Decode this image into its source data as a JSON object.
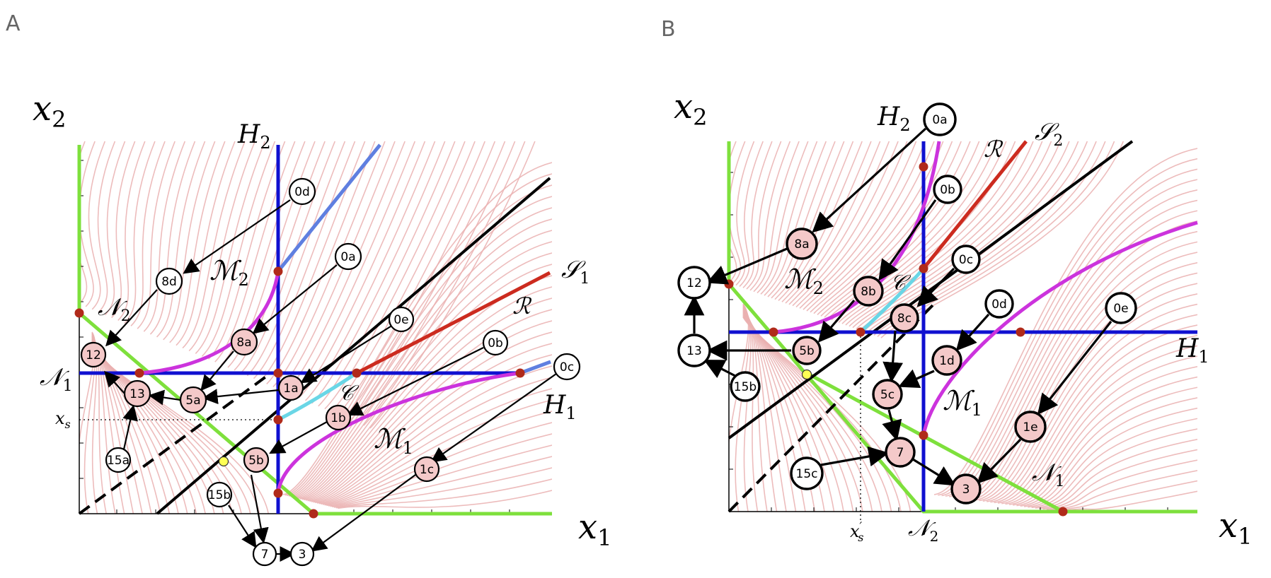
{
  "colors": {
    "flow": "#eab0b0",
    "nullcline_green": "#7ee03c",
    "h_lines": "#1010d0",
    "m_curves": "#cc33dd",
    "r_curve": "#cc2b1f",
    "c_segment": "#6ad6e6",
    "s_line": "#000000",
    "upper_blue": "#5f7fe0",
    "node_fill_red": "#f4c9c9",
    "fixed_point": "#b02a1a",
    "saddle": "#ffff55"
  },
  "panel_a": {
    "letter": "A",
    "x_axis": "x",
    "x_axis_sub": "1",
    "y_axis": "x",
    "y_axis_sub": "2",
    "labels": {
      "h2": "H",
      "h2_sub": "2",
      "h1": "H",
      "h1_sub": "1",
      "s1": "𝒮",
      "s1_sub": "1",
      "r": "ℛ",
      "c": "𝒞",
      "m1": "ℳ",
      "m1_sub": "1",
      "m2": "ℳ",
      "m2_sub": "2",
      "n1": "𝒩",
      "n1_sub": "1",
      "n2": "𝒩",
      "n2_sub": "2",
      "xs": "x",
      "xs_sub": "s"
    },
    "nodes": [
      {
        "id": "0d",
        "label": "0d",
        "style": "open"
      },
      {
        "id": "0a",
        "label": "0a",
        "style": "open"
      },
      {
        "id": "0e",
        "label": "0e",
        "style": "open"
      },
      {
        "id": "0b",
        "label": "0b",
        "style": "open"
      },
      {
        "id": "0c",
        "label": "0c",
        "style": "open"
      },
      {
        "id": "8d",
        "label": "8d",
        "style": "open"
      },
      {
        "id": "8a",
        "label": "8a",
        "style": "fill"
      },
      {
        "id": "1a",
        "label": "1a",
        "style": "fill"
      },
      {
        "id": "1b",
        "label": "1b",
        "style": "fill"
      },
      {
        "id": "1c",
        "label": "1c",
        "style": "fill"
      },
      {
        "id": "12",
        "label": "12",
        "style": "fill"
      },
      {
        "id": "13",
        "label": "13",
        "style": "fill"
      },
      {
        "id": "5a",
        "label": "5a",
        "style": "fill"
      },
      {
        "id": "5b",
        "label": "5b",
        "style": "fill"
      },
      {
        "id": "15a",
        "label": "15a",
        "style": "open"
      },
      {
        "id": "15b",
        "label": "15b",
        "style": "open"
      },
      {
        "id": "7",
        "label": "7",
        "style": "open"
      },
      {
        "id": "3",
        "label": "3",
        "style": "open"
      }
    ]
  },
  "panel_b": {
    "letter": "B",
    "x_axis": "x",
    "x_axis_sub": "1",
    "y_axis": "x",
    "y_axis_sub": "2",
    "labels": {
      "h2": "H",
      "h2_sub": "2",
      "h1": "H",
      "h1_sub": "1",
      "s2": "𝒮",
      "s2_sub": "2",
      "r": "ℛ",
      "c": "𝒞",
      "m1": "ℳ",
      "m1_sub": "1",
      "m2": "ℳ",
      "m2_sub": "2",
      "n1": "𝒩",
      "n1_sub": "1",
      "n2": "𝒩",
      "n2_sub": "2",
      "xs": "x",
      "xs_sup": "′",
      "xs_sub": "s"
    },
    "nodes": [
      {
        "id": "0a",
        "label": "0a",
        "style": "open"
      },
      {
        "id": "0b",
        "label": "0b",
        "style": "open"
      },
      {
        "id": "0c",
        "label": "0c",
        "style": "open"
      },
      {
        "id": "0d",
        "label": "0d",
        "style": "open"
      },
      {
        "id": "0e",
        "label": "0e",
        "style": "open"
      },
      {
        "id": "8a",
        "label": "8a",
        "style": "fill"
      },
      {
        "id": "8b",
        "label": "8b",
        "style": "fill"
      },
      {
        "id": "8c",
        "label": "8c",
        "style": "fill"
      },
      {
        "id": "12",
        "label": "12",
        "style": "open"
      },
      {
        "id": "13",
        "label": "13",
        "style": "open"
      },
      {
        "id": "5b",
        "label": "5b",
        "style": "fill"
      },
      {
        "id": "15b",
        "label": "15b",
        "style": "open"
      },
      {
        "id": "1d",
        "label": "1d",
        "style": "fill"
      },
      {
        "id": "5c",
        "label": "5c",
        "style": "fill"
      },
      {
        "id": "1e",
        "label": "1e",
        "style": "fill"
      },
      {
        "id": "15c",
        "label": "15c",
        "style": "open"
      },
      {
        "id": "7",
        "label": "7",
        "style": "fill"
      },
      {
        "id": "3",
        "label": "3",
        "style": "fill"
      }
    ]
  }
}
